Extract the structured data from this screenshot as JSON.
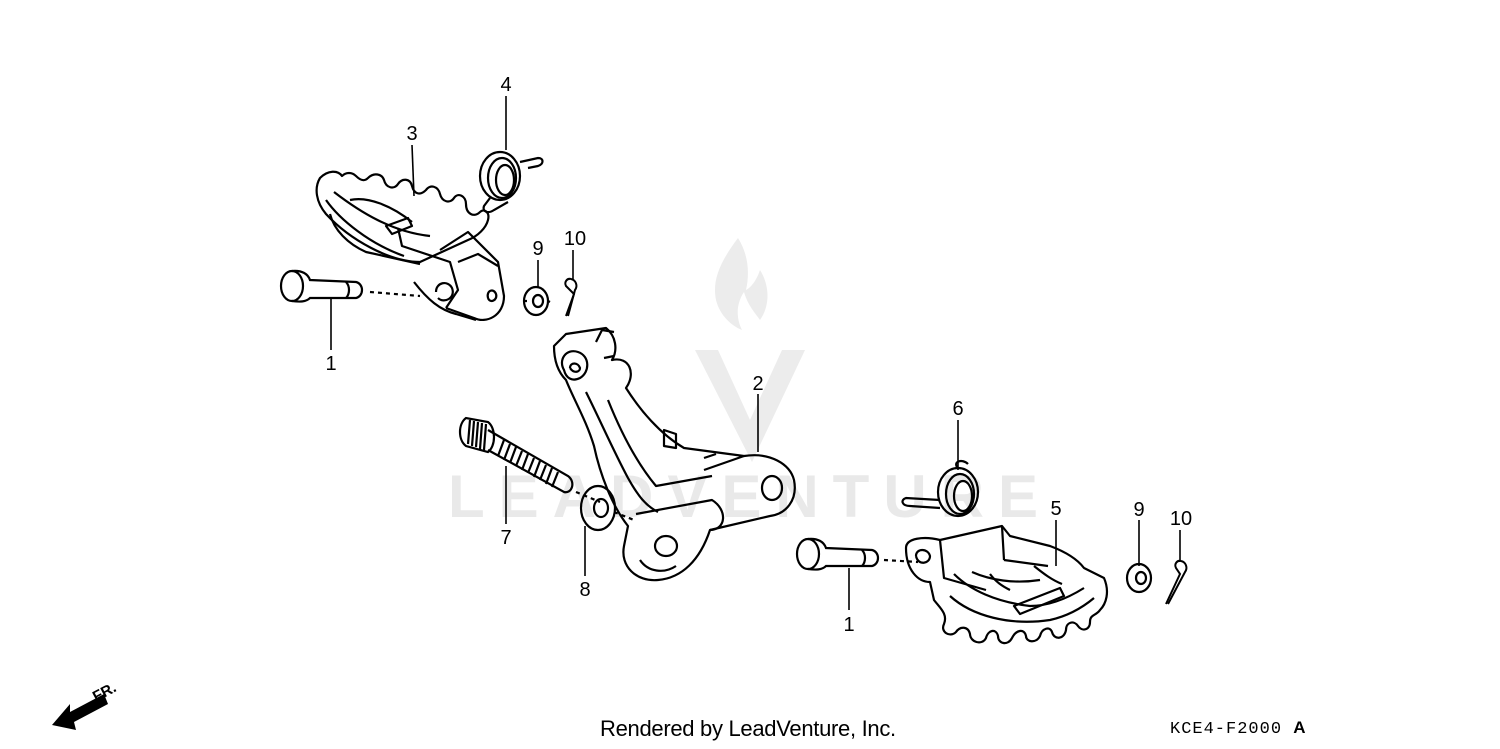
{
  "diagram": {
    "callouts": [
      {
        "id": "c1a",
        "label": "1"
      },
      {
        "id": "c1b",
        "label": "1"
      },
      {
        "id": "c2",
        "label": "2"
      },
      {
        "id": "c3",
        "label": "3"
      },
      {
        "id": "c4",
        "label": "4"
      },
      {
        "id": "c5",
        "label": "5"
      },
      {
        "id": "c6",
        "label": "6"
      },
      {
        "id": "c7",
        "label": "7"
      },
      {
        "id": "c8",
        "label": "8"
      },
      {
        "id": "c9a",
        "label": "9"
      },
      {
        "id": "c9b",
        "label": "9"
      },
      {
        "id": "c10a",
        "label": "10"
      },
      {
        "id": "c10b",
        "label": "10"
      }
    ],
    "direction_label": "FR.",
    "watermark": "LEADVENTURE"
  },
  "footer": {
    "credit": "Rendered by LeadVenture, Inc.",
    "diagram_code": "KCE4-F2000",
    "revision": "A"
  },
  "colors": {
    "line": "#000000",
    "watermark": "#e9e9e9"
  }
}
